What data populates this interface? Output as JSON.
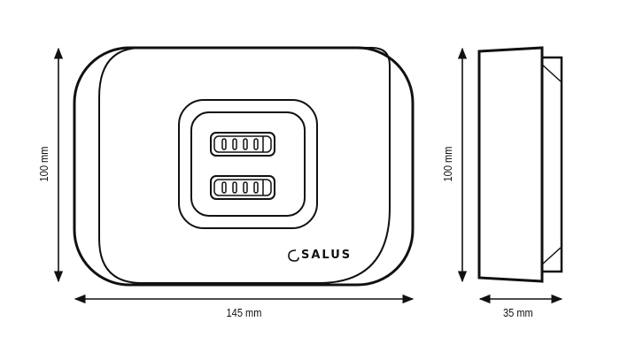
{
  "drawing": {
    "front_view": {
      "brand_logo": "SALUS",
      "ports": [
        {
          "pins": 4
        },
        {
          "pins": 4
        }
      ]
    },
    "dimensions": {
      "height_front": "100 mm",
      "width_front": "145 mm",
      "height_side": "100 mm",
      "depth_side": "35 mm"
    },
    "colors": {
      "line": "#111111",
      "background": "#ffffff"
    }
  }
}
